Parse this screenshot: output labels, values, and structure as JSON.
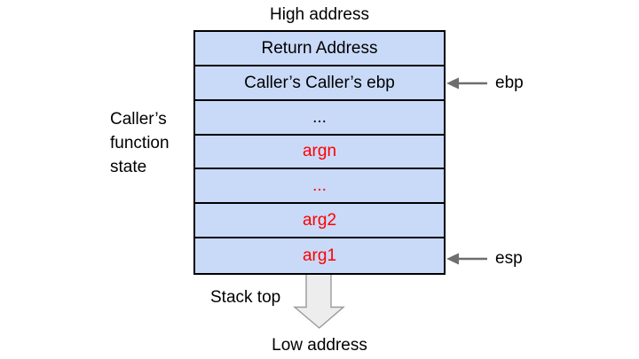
{
  "labels": {
    "high_address": "High address",
    "low_address": "Low address",
    "stack_top": "Stack top",
    "caller_state": "Caller’s\nfunction\nstate"
  },
  "stack": {
    "rows": [
      {
        "label": "Return Address",
        "style": "black"
      },
      {
        "label": "Caller’s Caller’s ebp",
        "style": "black"
      },
      {
        "label": "...",
        "style": "black"
      },
      {
        "label": "argn",
        "style": "red"
      },
      {
        "label": "...",
        "style": "red"
      },
      {
        "label": "arg2",
        "style": "red"
      },
      {
        "label": "arg1",
        "style": "red"
      }
    ]
  },
  "pointers": [
    {
      "label": "ebp"
    },
    {
      "label": "esp"
    }
  ],
  "icons": {
    "ebp_pointer": "left-arrow-icon",
    "esp_pointer": "left-arrow-icon",
    "stack_growth": "down-arrow-icon"
  },
  "colors": {
    "text": "#000000",
    "box_fill": "#c9daf8",
    "box_border": "#000000",
    "red_text": "#ff0000",
    "pointer_arrow": "#6e6e6e",
    "big_arrow_fill": "#ededed",
    "big_arrow_stroke": "#9a9a9a"
  }
}
